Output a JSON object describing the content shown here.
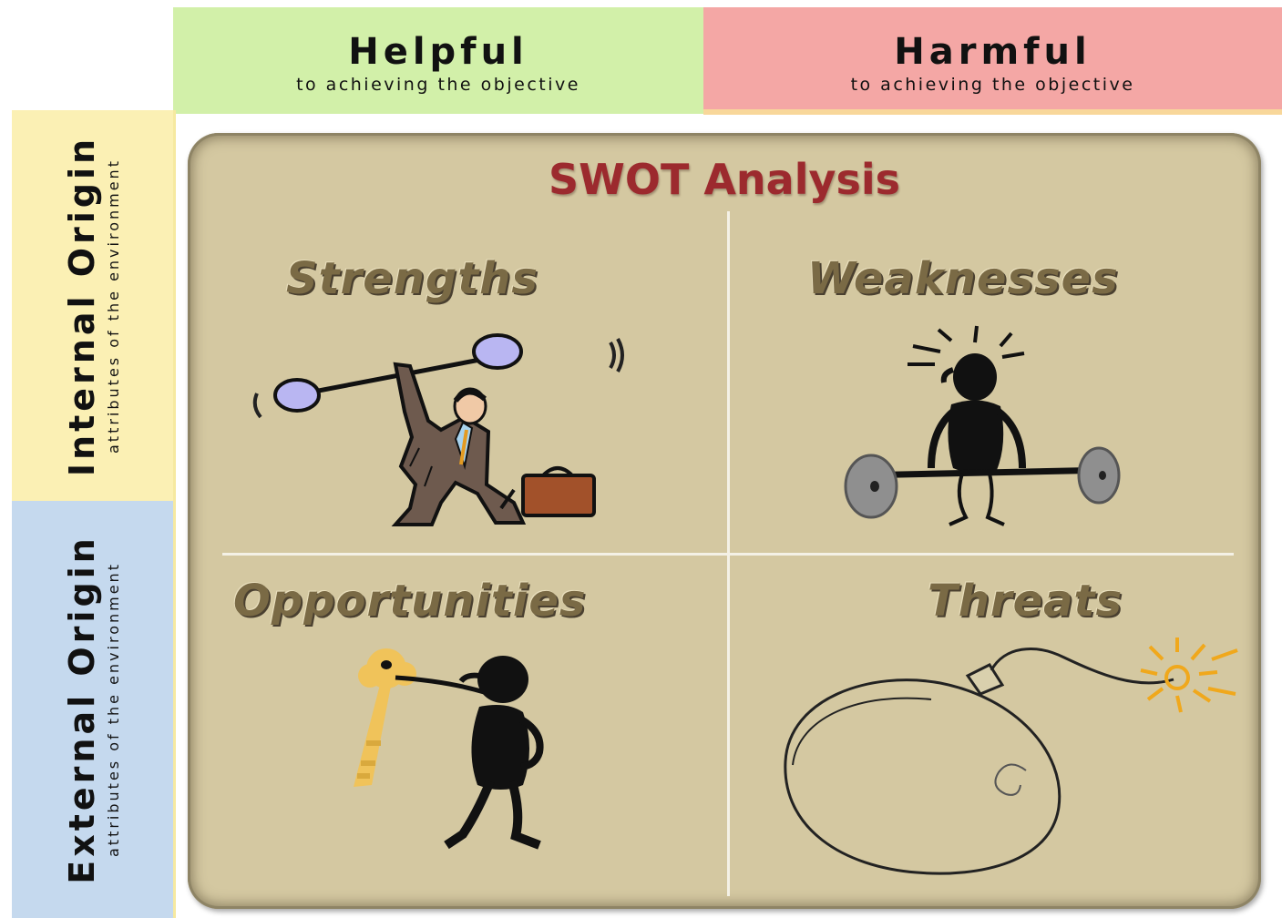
{
  "columns": {
    "helpful": {
      "title": "Helpful",
      "subtitle": "to achieving the objective"
    },
    "harmful": {
      "title": "Harmful",
      "subtitle": "to achieving the objective"
    }
  },
  "rows": {
    "internal": {
      "title": "Internal Origin",
      "subtitle": "attributes of the environment"
    },
    "external": {
      "title": "External Origin",
      "subtitle": "attributes of the environment"
    }
  },
  "board": {
    "title": "SWOT Analysis",
    "quadrants": {
      "strengths": "Strengths",
      "weaknesses": "Weaknesses",
      "opportunities": "Opportunities",
      "threats": "Threats"
    }
  },
  "colors": {
    "helpful": "#d2f0a9",
    "harmful": "#f4a7a5",
    "internal": "#fbf0b4",
    "external": "#c5d9ee",
    "board": "#d4c8a1",
    "title": "#9c2a2e",
    "quadrant_label": "#7a6a45"
  },
  "icons": {
    "strengths": "businessman-lifting-barbell-icon",
    "weaknesses": "stick-figure-weightlifter-icon",
    "opportunities": "figure-holding-key-icon",
    "threats": "bomb-with-lit-fuse-icon"
  }
}
